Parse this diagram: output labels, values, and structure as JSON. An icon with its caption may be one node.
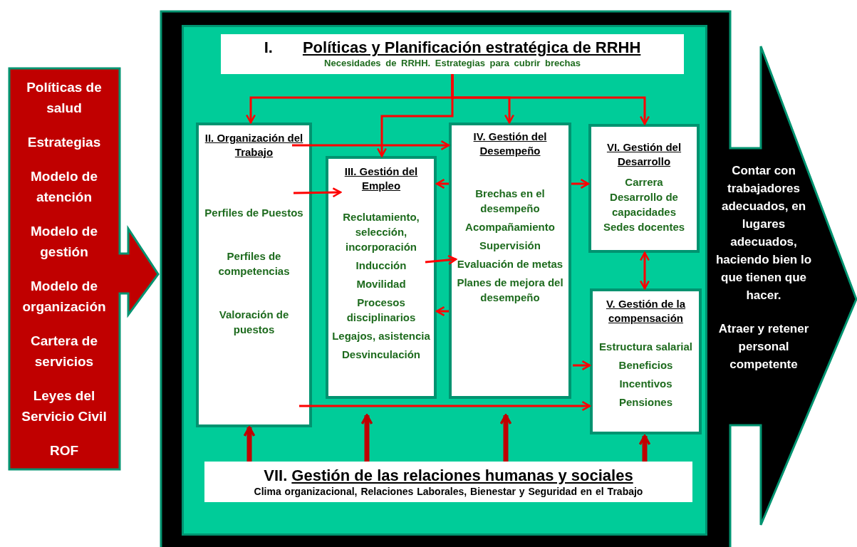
{
  "diagram": {
    "nodes": [
      {
        "text": [
          "Políticas de salud",
          "Estrategias",
          "Modelo de atención",
          "Modelo de gestión",
          "Modelo de organización",
          "Cartera de servicios",
          "Leyes del Servicio Civil",
          "ROF"
        ]
      },
      {
        "text": [
          "Contar con trabajadores adecuados, en lugares adecuados, haciendo bien lo que tienen que hacer.",
          "Atraer y retener personal competente"
        ]
      },
      {
        "text": [
          "I.",
          "Políticas y Planificación estratégica de RRHH",
          "Necesidades de RRHH. Estrategias para cubrir brechas"
        ],
        "in": 1
      },
      {
        "text": [
          "II. Organización del Trabajo",
          "Perfiles de Puestos",
          "Perfiles de competencias",
          "Valoración de puestos"
        ],
        "in": 1
      },
      {
        "text": [
          "III. Gestión del Empleo",
          "Reclutamiento, selección, incorporación",
          "Inducción",
          "Movilidad",
          "Procesos disciplinarios",
          "Legajos, asistencia",
          "Desvinculación"
        ],
        "in": 1
      },
      {
        "text": [
          "IV. Gestión del Desempeño",
          "Brechas en el desempeño",
          "Acompañamiento",
          "Supervisión",
          "Evaluación de metas",
          "Planes de mejora del desempeño"
        ],
        "in": 1
      },
      {
        "text": [
          "VI. Gestión del Desarrollo",
          "Carrera",
          "Desarrollo de capacidades",
          "Sedes docentes"
        ],
        "in": 1
      },
      {
        "text": [
          "V. Gestión de la compensación",
          "Estructura salarial",
          "Beneficios",
          "Incentivos",
          "Pensiones"
        ],
        "in": 1
      },
      {
        "text": [
          "VII.",
          "Gestión de las relaciones humanas y sociales",
          "Clima organizacional, Relaciones Laborales, Bienestar y Seguridad en el Trabajo"
        ],
        "in": 1
      }
    ],
    "edges": [
      {
        "from": 2,
        "to": 3,
        "arrow": "to"
      },
      {
        "from": 2,
        "to": 4,
        "arrow": "to"
      },
      {
        "from": 2,
        "to": 5,
        "arrow": "to"
      },
      {
        "from": 2,
        "to": 6,
        "arrow": "to"
      },
      {
        "from": 3,
        "to": 5,
        "arrow": "to"
      },
      {
        "from": 3,
        "to": 4,
        "arrow": "to"
      },
      {
        "from": 5,
        "to": 4,
        "arrow": "to"
      },
      {
        "from": 5,
        "to": 6,
        "arrow": "to"
      },
      {
        "from": 4,
        "to": 5,
        "arrow": "to"
      },
      {
        "from": 5,
        "to": 4,
        "arrow": "to"
      },
      {
        "from": 6,
        "to": 7,
        "arrow": "both"
      },
      {
        "from": 5,
        "to": 7,
        "arrow": "to"
      },
      {
        "from": 3,
        "to": 7,
        "arrow": "to"
      },
      {
        "from": 8,
        "to": 3,
        "arrow": "to",
        "style": "thick",
        "color": "#c00000"
      },
      {
        "from": 8,
        "to": 4,
        "arrow": "to",
        "style": "thick",
        "color": "#c00000"
      },
      {
        "from": 8,
        "to": 5,
        "arrow": "to",
        "style": "thick",
        "color": "#c00000"
      },
      {
        "from": 8,
        "to": 7,
        "arrow": "to",
        "style": "thick",
        "color": "#c00000"
      }
    ]
  }
}
